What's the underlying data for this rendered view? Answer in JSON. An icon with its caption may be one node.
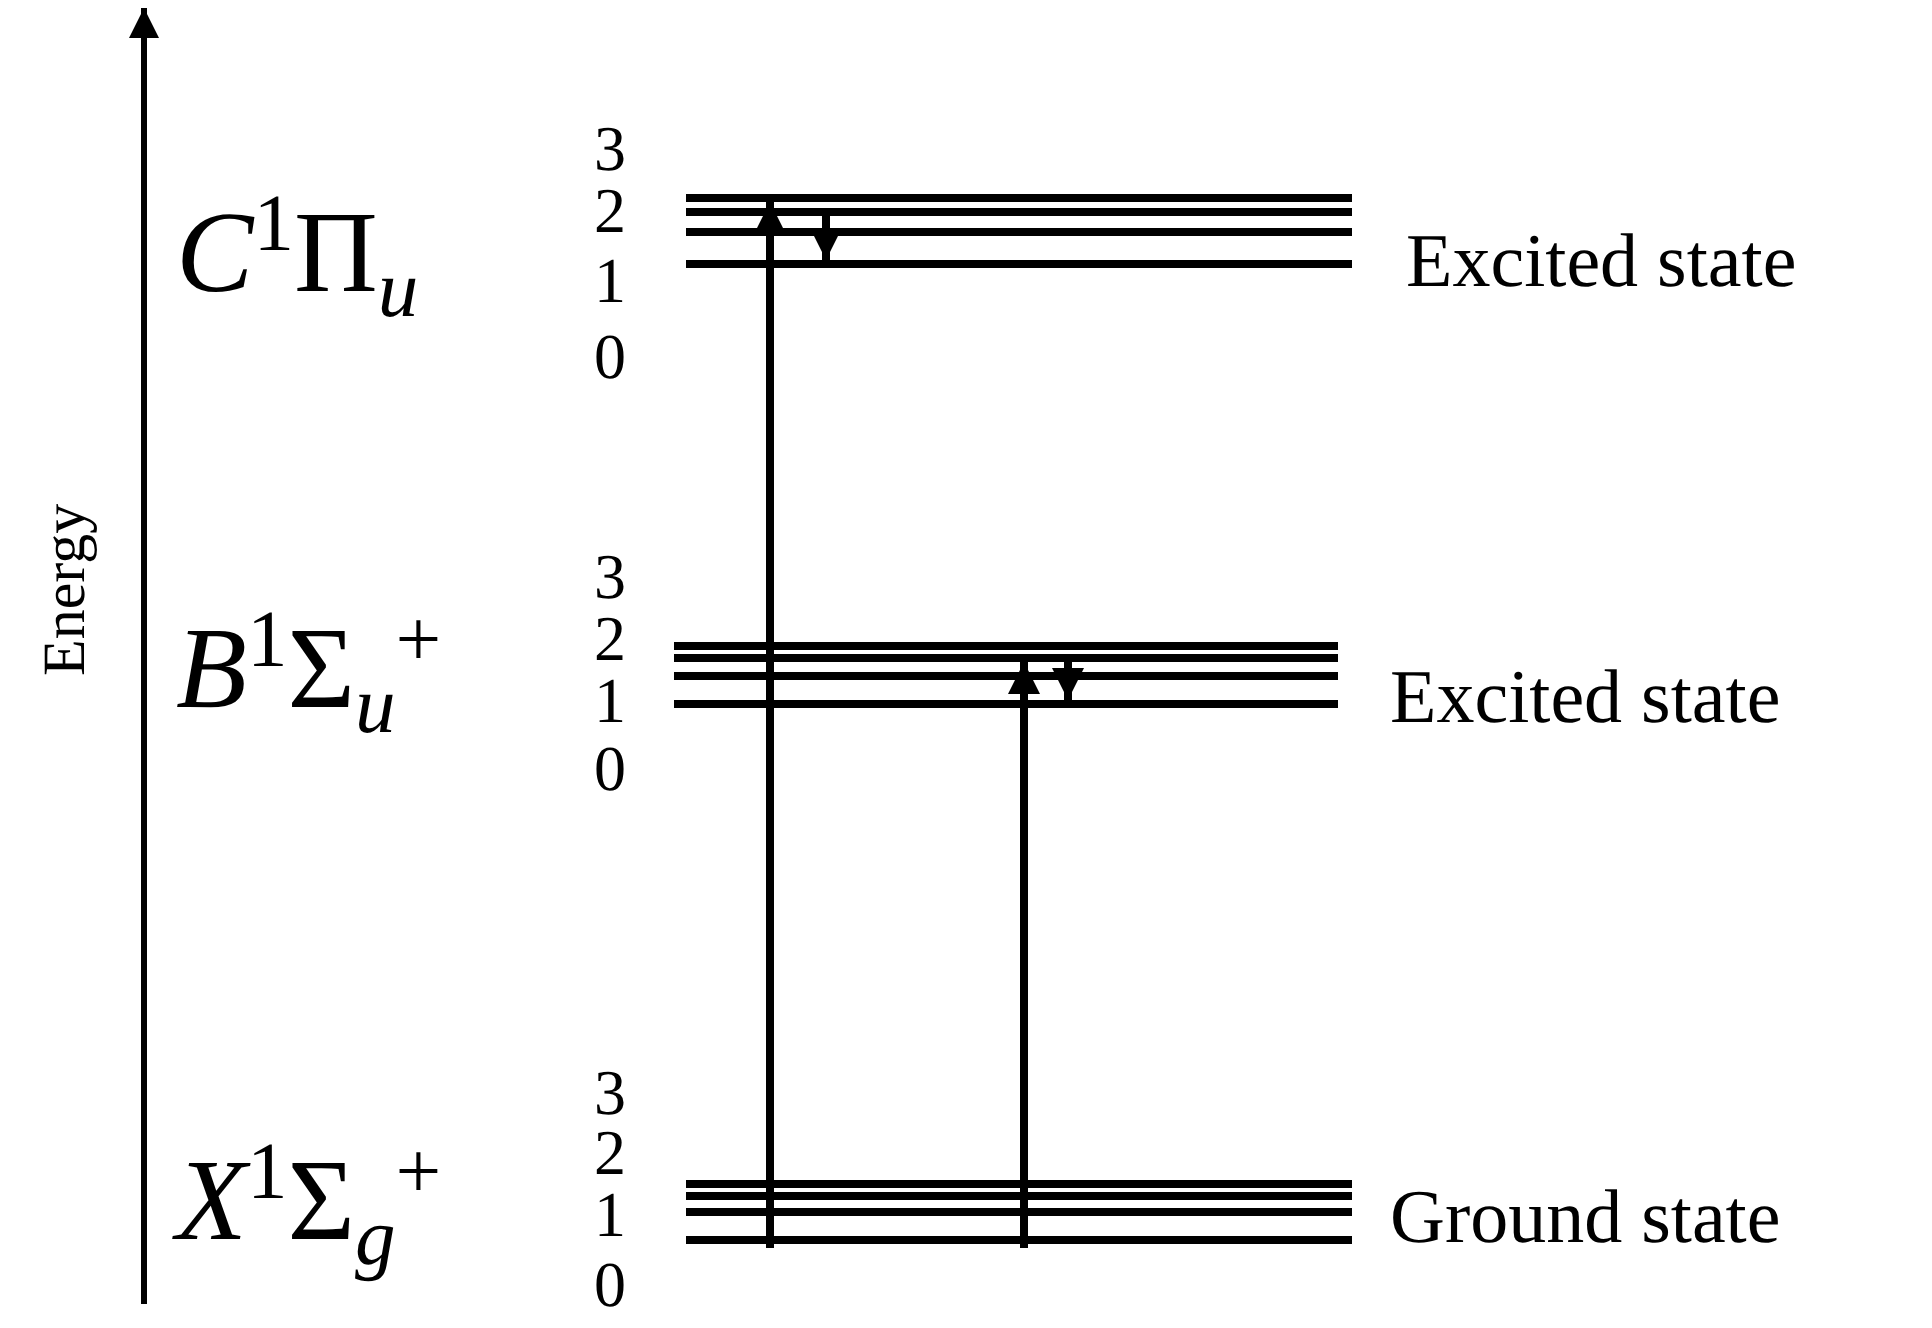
{
  "diagram": {
    "nodes": [
      {
        "text": [],
        "shape": "bar"
      },
      {
        "text": [],
        "shape": "bar"
      },
      {
        "text": [],
        "shape": "bar"
      },
      {
        "text": [],
        "shape": "bar"
      },
      {
        "text": [],
        "shape": "bar"
      },
      {
        "text": [],
        "shape": "bar"
      },
      {
        "text": [],
        "shape": "bar"
      },
      {
        "text": [],
        "shape": "bar"
      },
      {
        "text": [],
        "shape": "bar"
      },
      {
        "text": [],
        "shape": "bar"
      },
      {
        "text": [],
        "shape": "bar"
      },
      {
        "text": [],
        "shape": "bar"
      }
    ],
    "edges": [
      {
        "from": 11,
        "to": 0,
        "arrow": "to"
      },
      {
        "from": 1,
        "to": 3,
        "arrow": "to"
      },
      {
        "from": 11,
        "to": 5,
        "arrow": "to"
      },
      {
        "from": 5,
        "to": 7,
        "arrow": "to"
      }
    ],
    "labels": [
      "Energy",
      "3",
      "*C*$^{1}$Π$_{u}$",
      "2",
      "1",
      "Excited state",
      "0",
      "3",
      "*B*$^{1}$Σ$_{u}$$^{+}$",
      "2",
      "1",
      "Excited state",
      "0",
      "3",
      "*X*$^{1}$Σ$_{g}$$^{+}$",
      "2",
      "1",
      "Ground state",
      "0"
    ]
  }
}
